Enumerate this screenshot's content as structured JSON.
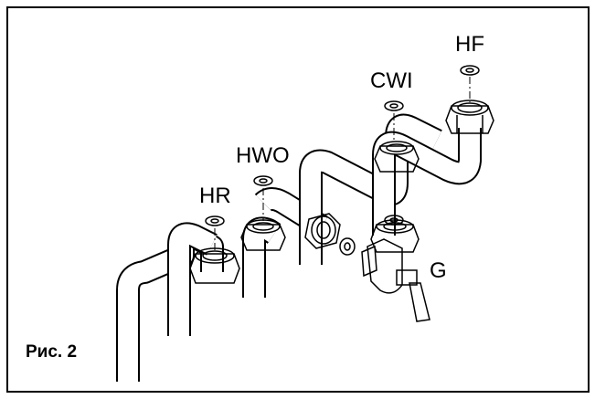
{
  "figure": {
    "caption": "Рис. 2",
    "labels": {
      "hf": "HF",
      "cwi": "CWI",
      "hwo": "HWO",
      "hr": "HR",
      "g": "G"
    }
  }
}
